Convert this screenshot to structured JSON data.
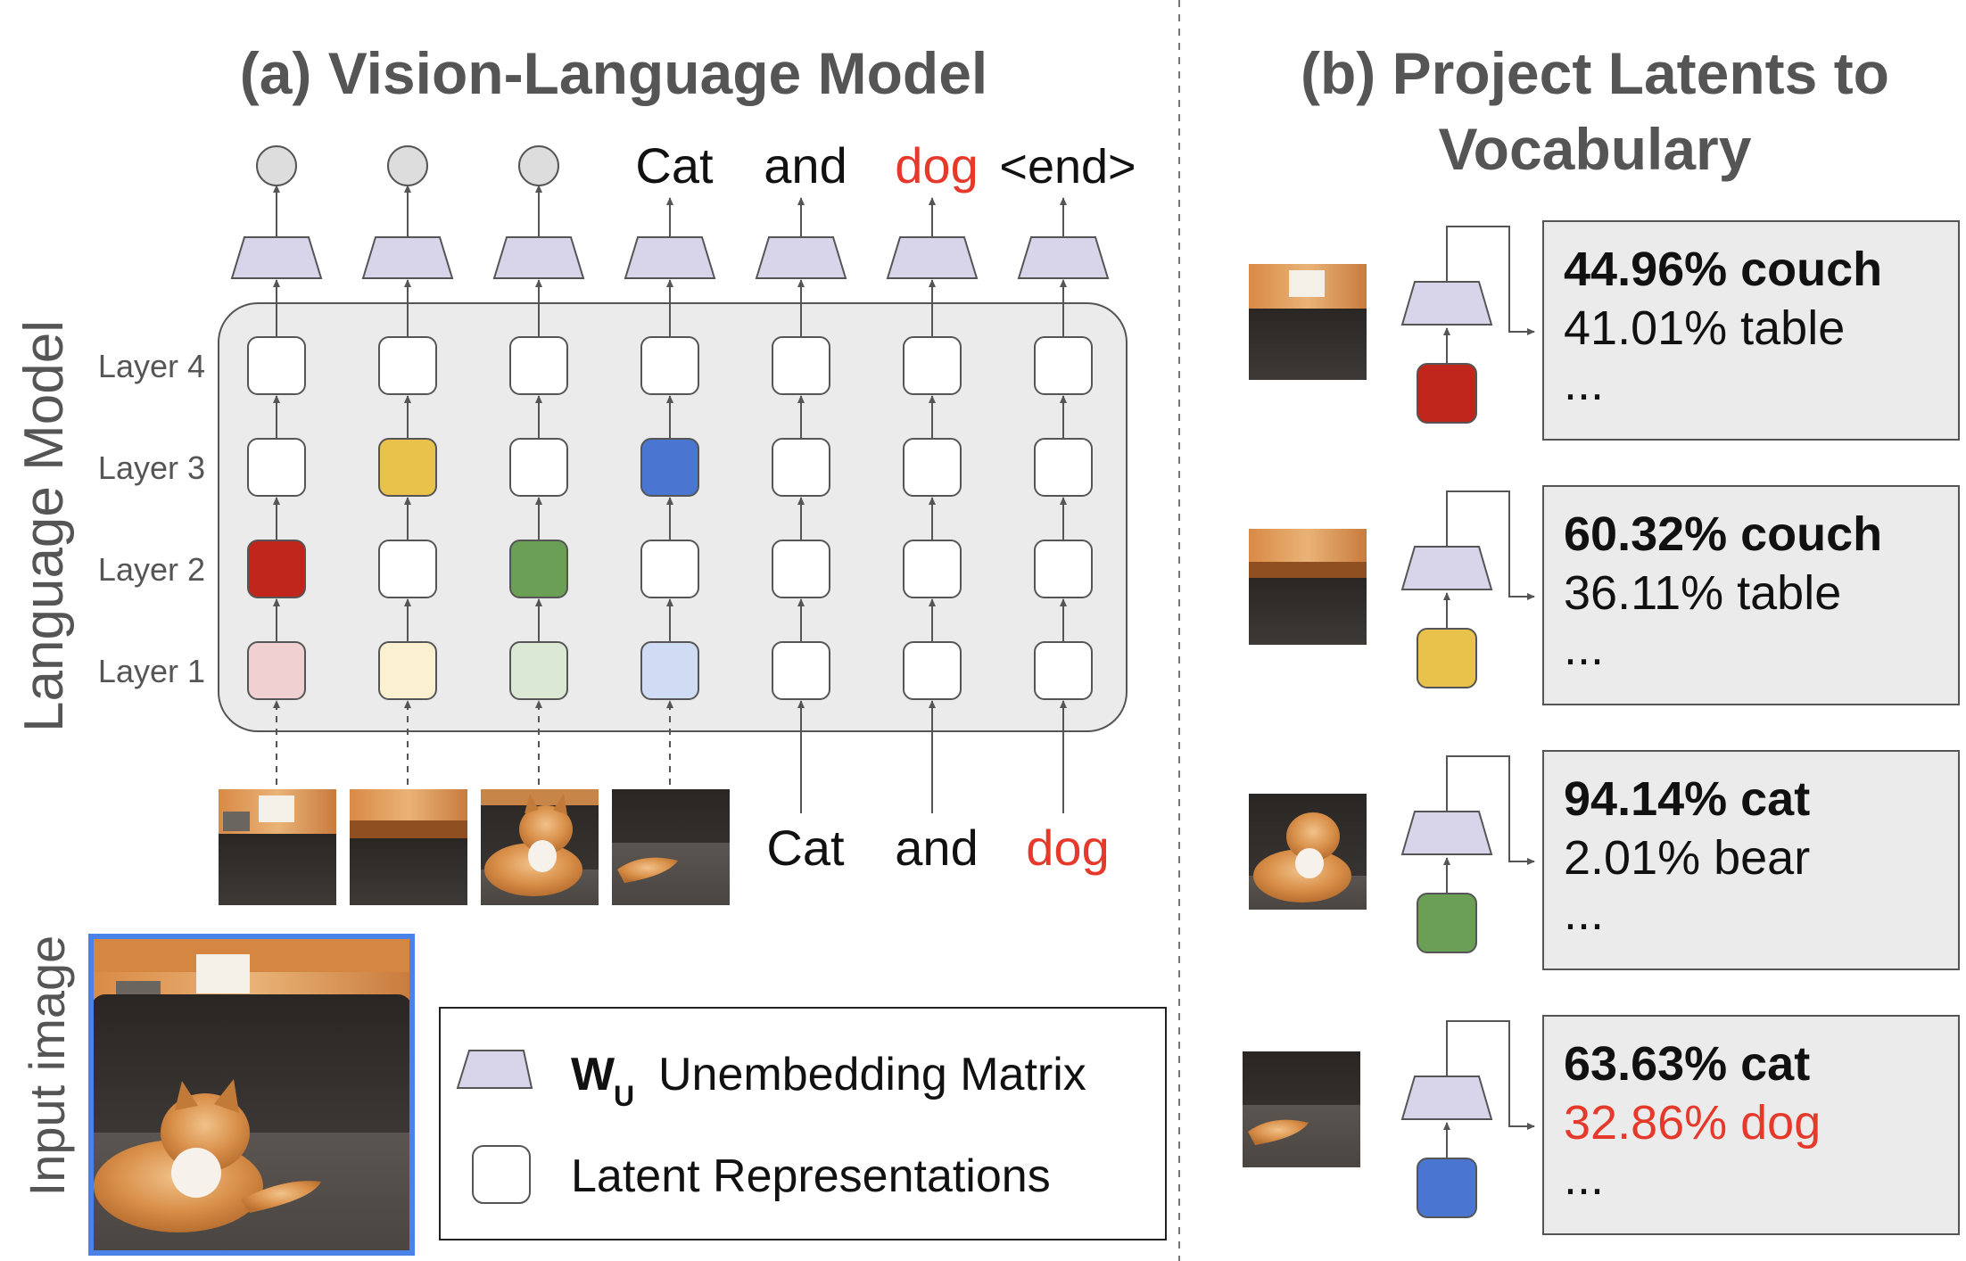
{
  "panel_a": {
    "title": "(a) Vision-Language Model",
    "side_label": "Language Model",
    "layers": [
      "Layer 4",
      "Layer 3",
      "Layer 2",
      "Layer 1"
    ],
    "outputs": [
      "Cat",
      "and",
      "dog",
      "<end>"
    ],
    "inputs": [
      "Cat",
      "and",
      "dog"
    ],
    "input_image_label": "Input image",
    "legend": {
      "unembed_symbol": "W",
      "unembed_subscript": "U",
      "unembed_label": "Unembedding Matrix",
      "latent_label": "Latent Representations"
    }
  },
  "panel_b": {
    "title_line1": "(b) Project Latents to",
    "title_line2": "Vocabulary",
    "rows": [
      {
        "top": "44.96% couch",
        "second": "41.01% table",
        "more": "...",
        "color": "#c0261c"
      },
      {
        "top": "60.32% couch",
        "second": "36.11% table",
        "more": "...",
        "color": "#e8c24a"
      },
      {
        "top": "94.14% cat",
        "second": "2.01% bear",
        "more": "...",
        "color": "#6a9f55"
      },
      {
        "top": "63.63% cat",
        "second": "32.86% dog",
        "more": "...",
        "color": "#4a76d1"
      }
    ]
  },
  "colors": {
    "highlight_red": "#e53a2b",
    "trapezoid_fill": "#d8d4ea",
    "box_bg": "#ebebeb",
    "image_border": "#4a82e8"
  }
}
